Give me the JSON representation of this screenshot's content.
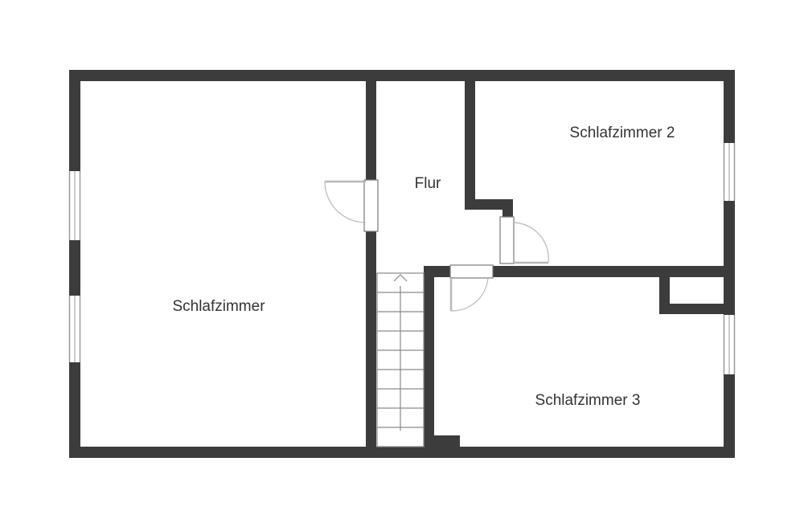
{
  "rooms": {
    "schlafzimmer": "Schlafzimmer",
    "flur": "Flur",
    "schlafzimmer2": "Schlafzimmer 2",
    "schlafzimmer3": "Schlafzimmer 3"
  },
  "colors": {
    "wall": "#3c3c3c",
    "background": "#ffffff",
    "door_swing": "#b8b8b8",
    "window_line": "#9a9a9a",
    "stair_line": "#8a8a8a",
    "label": "#333333"
  }
}
